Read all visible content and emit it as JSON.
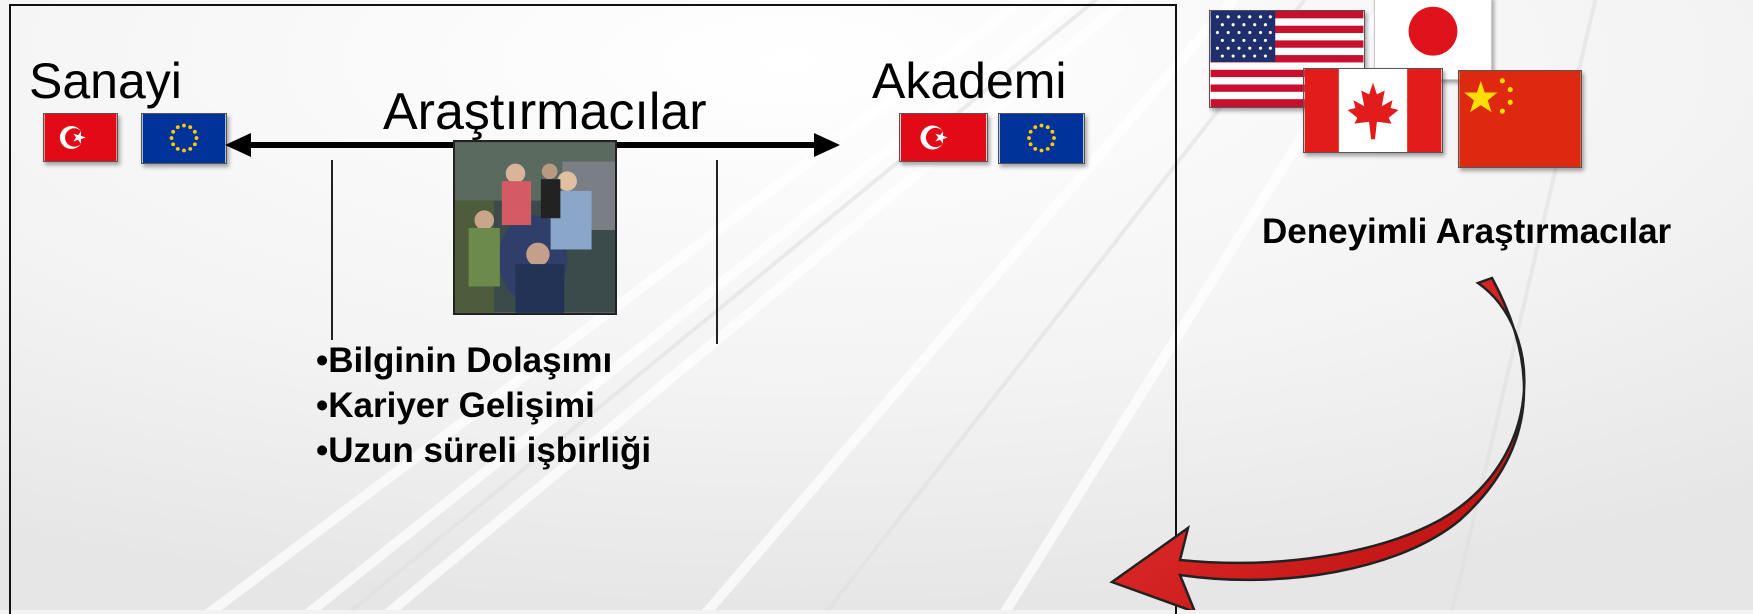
{
  "labels": {
    "sanayi": "Sanayi",
    "akademi": "Akademi",
    "arastirmacilar": "Araştırmacılar",
    "deneyimli": "Deneyimli Araştırmacılar"
  },
  "bullets": [
    "•Bilginin Dolaşımı",
    "•Kariyer Gelişimi",
    "•Uzun süreli işbirliği"
  ],
  "icons": {
    "flags_left": [
      "turkey-flag-icon",
      "eu-flag-icon"
    ],
    "flags_right": [
      "turkey-flag-icon",
      "eu-flag-icon"
    ],
    "flags_international": [
      "usa-flag-icon",
      "japan-flag-icon",
      "canada-flag-icon",
      "china-flag-icon"
    ],
    "photo": "researchers-photo",
    "arrow_main": "double-headed-arrow-icon",
    "arrow_curved": "curved-red-arrow-icon"
  },
  "colors": {
    "arrow_red": "#e21b1b",
    "turkey_red": "#e30a17",
    "eu_blue": "#003399",
    "eu_gold": "#ffcc00"
  }
}
